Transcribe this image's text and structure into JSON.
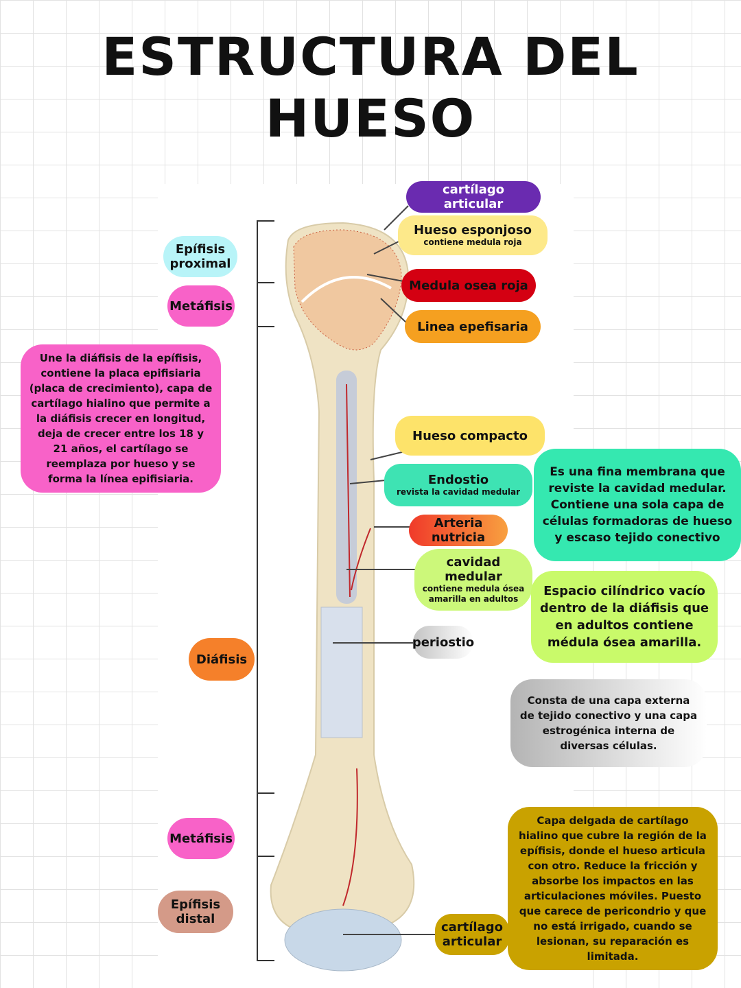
{
  "title": {
    "line1": "ESTRUCTURA DEL",
    "line2": "HUESO"
  },
  "labels": {
    "cartilago_articular_top": "cartílago articular",
    "hueso_esponjoso": "Hueso esponjoso",
    "hueso_esponjoso_sub": "contiene medula roja",
    "medula_osea_roja": "Medula osea roja",
    "linea_epifisaria": "Linea epefisaria",
    "hueso_compacto": "Hueso compacto",
    "endostio": "Endostio",
    "endostio_sub": "revista la cavidad medular",
    "arteria_nutricia": "Arteria nutricia",
    "cavidad_medular": "cavidad medular",
    "cavidad_medular_sub": "contiene medula ósea amarilla en adultos",
    "periostio": "periostio",
    "cartilago_articular_bottom": "cartílago articular",
    "epifisis_proximal": "Epífisis proximal",
    "metafisis_top": "Metáfisis",
    "diafisis": "Diáfisis",
    "metafisis_bottom": "Metáfisis",
    "epifisis_distal": "Epífisis distal"
  },
  "descriptions": {
    "metafisis": "Une la diáfisis de la epífisis, contiene la placa epifisiaria (placa de crecimiento), capa de cartílago hialino que permite a la diáfisis crecer en longitud, deja de crecer entre los 18 y 21 años, el cartílago se reemplaza por hueso y se forma la línea epifisiaria.",
    "endostio": "Es una fina membrana que reviste la cavidad medular. Contiene una sola capa de células formadoras de hueso y escaso tejido conectivo",
    "cavidad_medular": "Espacio cilíndrico vacío dentro de la diáfisis que en adultos contiene médula ósea amarilla.",
    "periostio": "Consta de una capa externa de tejido conectivo y una capa estrogénica interna de diversas células.",
    "cartilago_articular": "Capa delgada de cartílago hialino que cubre la región de la epífisis, donde el hueso articula con otro. Reduce la fricción y absorbe los impactos en las articulaciones móviles. Puesto que carece de pericondrio y que no está irrigado, cuando se lesionan, su reparación es limitada."
  },
  "colors": {
    "purple": "#6a2bb0",
    "yellow": "#fde98a",
    "red": "#d40012",
    "orange": "#f5a020",
    "teal": "#3ee3b3",
    "lime": "#ccf87a",
    "pink": "#f862c8",
    "cyan": "#b8f4f8",
    "gold": "#c9a200",
    "bone": "#efe3c4"
  }
}
